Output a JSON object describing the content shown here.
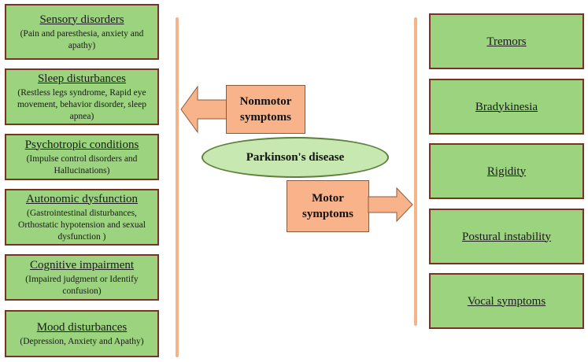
{
  "center": {
    "label": "Parkinson's disease"
  },
  "nonmotor": {
    "label_line1": "Nonmotor",
    "label_line2": "symptoms"
  },
  "motor": {
    "label_line1": "Motor",
    "label_line2": "symptoms"
  },
  "nonmotor_items": [
    {
      "title": "Sensory disorders",
      "desc": "(Pain and paresthesia, anxiety and apathy)"
    },
    {
      "title": "Sleep disturbances",
      "desc": "(Restless legs syndrome, Rapid eye movement, behavior disorder, sleep apnea)"
    },
    {
      "title": "Psychotropic conditions",
      "desc": "(Impulse control disorders and Hallucinations)"
    },
    {
      "title": "Autonomic dysfunction",
      "desc": "(Gastrointestinal disturbances, Orthostatic hypotension and sexual dysfunction )"
    },
    {
      "title": "Cognitive impairment",
      "desc": "(Impaired judgment or Identify confusion)"
    },
    {
      "title": "Mood disturbances",
      "desc": "(Depression, Anxiety and Apathy)"
    }
  ],
  "motor_items": [
    {
      "title": "Tremors"
    },
    {
      "title": "Bradykinesia"
    },
    {
      "title": "Rigidity"
    },
    {
      "title": "Postural instability"
    },
    {
      "title": "Vocal symptoms"
    }
  ],
  "colors": {
    "box_fill": "#9bd37e",
    "box_border": "#7a3320",
    "accent": "#f9b38a",
    "ellipse_fill": "#c8e8b2"
  }
}
